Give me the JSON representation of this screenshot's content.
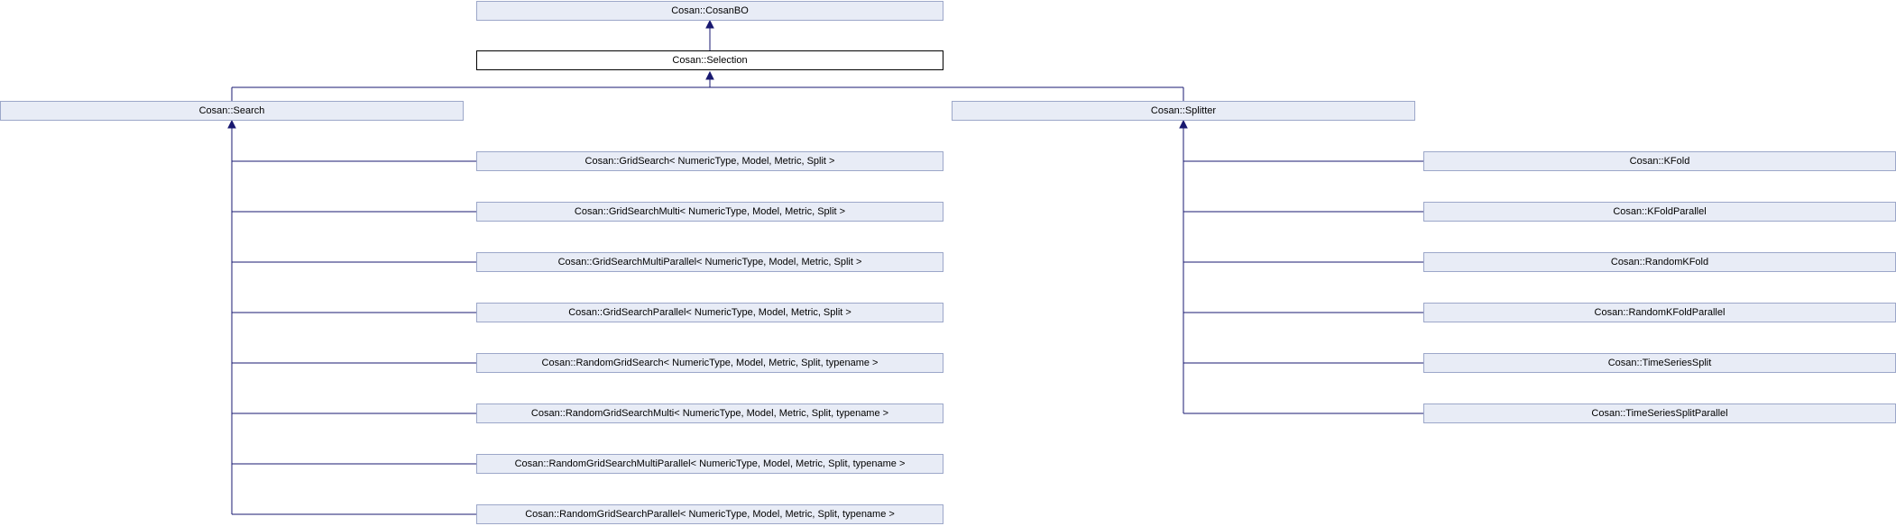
{
  "diagram": {
    "type": "class-inheritance-graph",
    "nodes": {
      "root": "Cosan::CosanBO",
      "selection": "Cosan::Selection",
      "search": "Cosan::Search",
      "splitter": "Cosan::Splitter"
    },
    "search_children": [
      "Cosan::GridSearch< NumericType, Model, Metric, Split >",
      "Cosan::GridSearchMulti< NumericType, Model, Metric, Split >",
      "Cosan::GridSearchMultiParallel< NumericType, Model, Metric, Split >",
      "Cosan::GridSearchParallel< NumericType, Model, Metric, Split >",
      "Cosan::RandomGridSearch< NumericType, Model, Metric, Split, typename >",
      "Cosan::RandomGridSearchMulti< NumericType, Model, Metric, Split, typename >",
      "Cosan::RandomGridSearchMultiParallel< NumericType, Model, Metric, Split, typename >",
      "Cosan::RandomGridSearchParallel< NumericType, Model, Metric, Split, typename >"
    ],
    "splitter_children": [
      "Cosan::KFold",
      "Cosan::KFoldParallel",
      "Cosan::RandomKFold",
      "Cosan::RandomKFoldParallel",
      "Cosan::TimeSeriesSplit",
      "Cosan::TimeSeriesSplitParallel"
    ],
    "colors": {
      "node_fill": "#e8ecf6",
      "node_border": "#9ca7c9",
      "current_node_fill": "#ffffff",
      "current_node_border": "#000000",
      "edge": "#191970",
      "background": "#ffffff",
      "text": "#000000"
    }
  }
}
